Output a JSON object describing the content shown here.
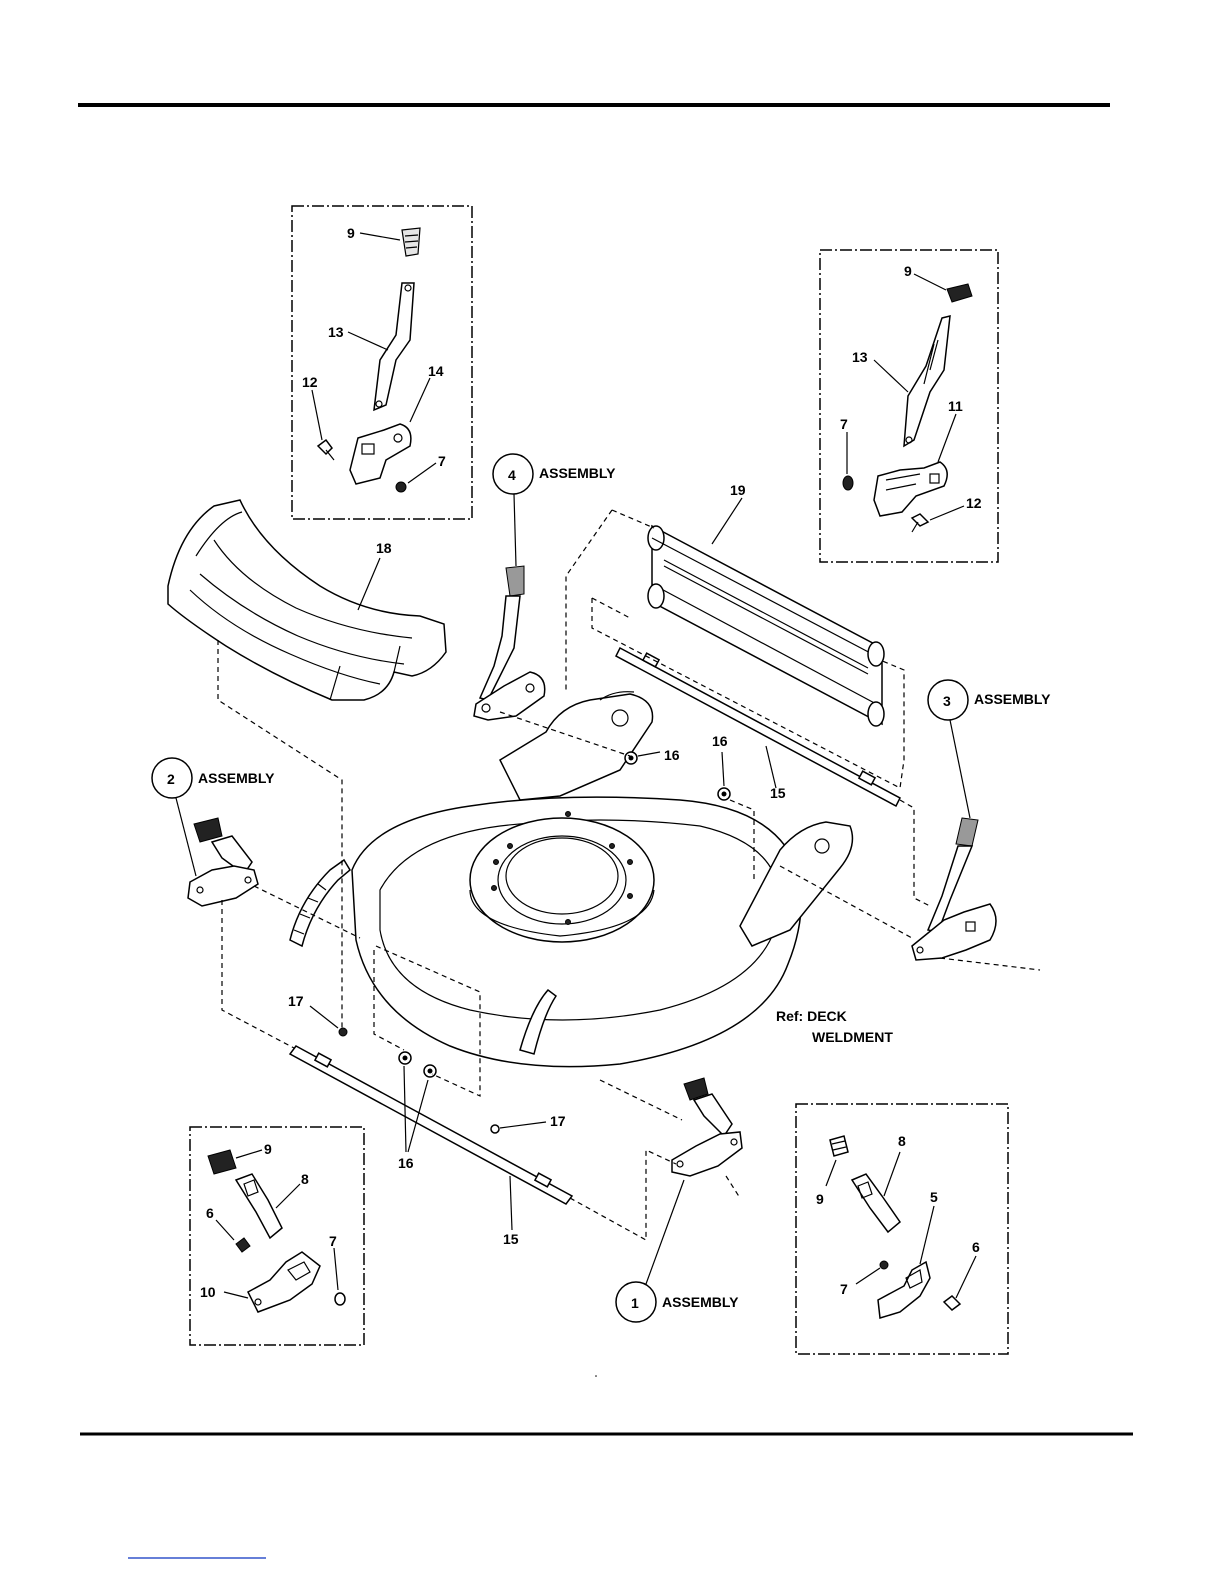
{
  "assembly_word": "ASSEMBLY",
  "callouts": {
    "assembly_1": "1",
    "assembly_2": "2",
    "assembly_3": "3",
    "assembly_4": "4"
  },
  "ref": {
    "line1": "Ref: DECK",
    "line2": "WELDMENT"
  },
  "part_numbers": {
    "tl_9": "9",
    "tl_13": "13",
    "tl_12": "12",
    "tl_14": "14",
    "tl_7": "7",
    "tr_9": "9",
    "tr_13": "13",
    "tr_7": "7",
    "tr_11": "11",
    "tr_12": "12",
    "bl_9": "9",
    "bl_8": "8",
    "bl_6": "6",
    "bl_7": "7",
    "bl_10": "10",
    "br_8": "8",
    "br_9": "9",
    "br_5": "5",
    "br_6": "6",
    "br_7": "7",
    "p18": "18",
    "p19": "19",
    "p16_a": "16",
    "p16_b": "16",
    "p16_c": "16",
    "p15_a": "15",
    "p15_b": "15",
    "p17_a": "17",
    "p17_b": "17"
  },
  "colors": {
    "ink": "#000000",
    "background": "#ffffff",
    "footer_link": "#3355cc"
  }
}
